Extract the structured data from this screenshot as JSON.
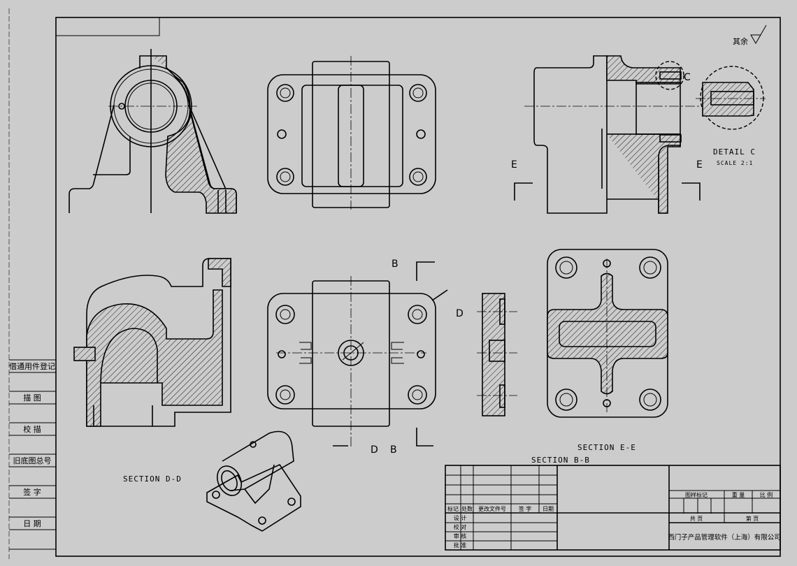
{
  "drawing": {
    "surface_note": "其余",
    "labels": {
      "detail_c_marker": "C",
      "section_e_left": "E",
      "section_e_right": "E",
      "section_b_top": "B",
      "section_d_left": "D",
      "section_d_bottom": "D",
      "section_b_bottom": "B",
      "detail_title": "DETAIL C",
      "detail_scale": "SCALE 2:1",
      "section_dd": "SECTION D-D",
      "section_bb": "SECTION B-B",
      "section_ee": "SECTION E-E"
    }
  },
  "side_strip": [
    "借通用件登记",
    "描 图",
    "校 描",
    "旧底图总号",
    "签 字",
    "日 期"
  ],
  "title_block": {
    "revision_headers": [
      "标记",
      "处数",
      "更改文件号",
      "签 字",
      "日期"
    ],
    "roles": [
      "设 计",
      "校 对",
      "审 核",
      "批 准"
    ],
    "drawing_mark": "图样标记",
    "weight": "重 量",
    "scale": "比 例",
    "total_sheets": "共 页",
    "sheet_no": "第 页",
    "company": "西门子产品管理软件（上海）有限公司"
  }
}
